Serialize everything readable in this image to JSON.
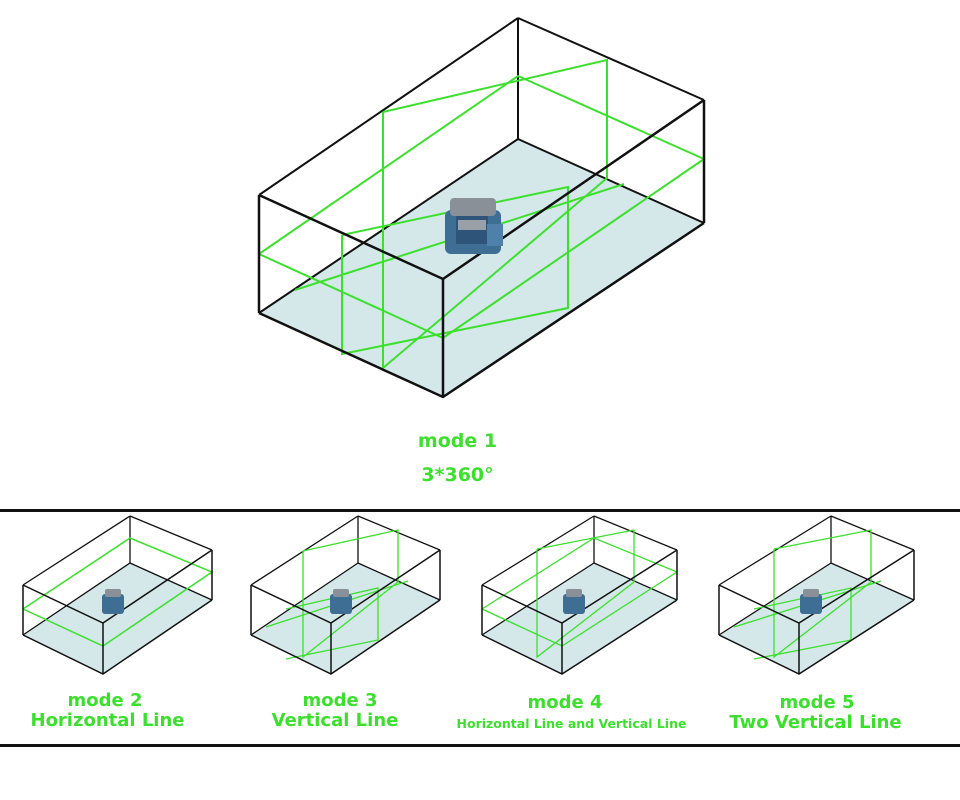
{
  "main": {
    "mode_label": "mode 1",
    "mode_desc": "3*360°"
  },
  "modes": [
    {
      "label": "mode 2",
      "desc": "Horizontal Line"
    },
    {
      "label": "mode 3",
      "desc": "Vertical Line"
    },
    {
      "label": "mode 4",
      "desc": "Horizontal Line and Vertical Line"
    },
    {
      "label": "mode 5",
      "desc": "Two Vertical Line"
    }
  ],
  "colors": {
    "laser": "#3ddf2e",
    "floor": "#d4e8ea",
    "edge": "#111111",
    "device_body": "#3f6e95",
    "device_top": "#8a9098"
  }
}
